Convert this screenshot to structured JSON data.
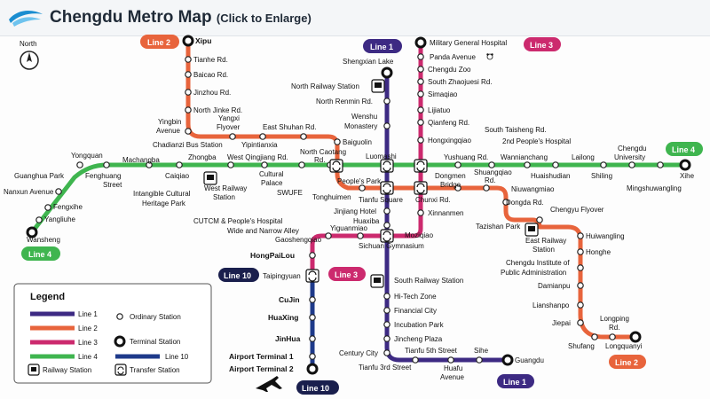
{
  "header": {
    "title": "Chengdu Metro Map",
    "subtitle": "(Click to Enlarge)"
  },
  "compass": {
    "label": "North"
  },
  "colors": {
    "line1": "#3d2a83",
    "line2": "#e8643c",
    "line3": "#cc2a6e",
    "line4": "#3fb54f",
    "line10": "#1e3a8a"
  },
  "line_badges": {
    "line2_top": "Line 2",
    "line1_top": "Line 1",
    "line3_top": "Line 3",
    "line4_right": "Line 4",
    "line4_left": "Line 4",
    "line10_top": "Line 10",
    "line3_mid": "Line 3",
    "line10_bottom": "Line 10",
    "line1_bottom": "Line 1",
    "line2_bottom": "Line 2"
  },
  "stations": {
    "xipu": "Xipu",
    "tianhe": "Tianhe Rd.",
    "baicao": "Baicao Rd.",
    "jinzhou": "Jinzhou Rd.",
    "north_jinke": "North Jinke Rd.",
    "yingbin": "Yingbin",
    "avenue": "Avenue",
    "yangxi": "Yangxi",
    "flyover": "Flyover",
    "east_shuhan": "East Shuhan Rd.",
    "chadianzi": "Chadianzi Bus Station",
    "yipintianxia": "Yipintianxia",
    "baiguolin": "Baiguolin",
    "north_caotang": "North Caotang",
    "rd": "Rd.",
    "shengxian": "Shengxian Lake",
    "north_railway": "North Railway Station",
    "north_renmin": "North Renmin Rd.",
    "wenshu": "Wenshu",
    "monastery": "Monastery",
    "luomashi": "Luomashi",
    "military": "Military General Hospital",
    "panda": "Panda Avenue",
    "chengdu_zoo": "Chengdu Zoo",
    "south_zhaojuesi": "South Zhaojuesi Rd.",
    "simaqiao": "Simaqiao",
    "lijiatuo": "Lijiatuo",
    "qianfeng": "Qianfeng Rd.",
    "hongxingqiao": "Hongxingqiao",
    "south_taisheng": "South Taisheng Rd.",
    "second_peoples": "2nd People's Hospital",
    "guanghua_park": "Guanghua Park",
    "yongquan": "Yongquan",
    "machangba": "Machangba",
    "zhongba": "Zhongba",
    "west_qingjiang": "West Qingjiang Rd.",
    "fenghuang": "Fenghuang",
    "street": "Street",
    "caiqiao": "Caiqiao",
    "west_railway": "West Railway",
    "station": "Station",
    "cultural": "Cultural",
    "palace": "Palace",
    "swufe": "SWUFE",
    "intangible1": "Intangible Cultural",
    "intangible2": "Heritage Park",
    "nanxun": "Nanxun Avenue",
    "fengxihe": "Fengxihe",
    "yangliuhe": "Yangliuhe",
    "wansheng": "Wansheng",
    "peoples_park": "People's Park",
    "tonghuimen": "Tonghuimen",
    "tianfu_square": "Tianfu Square",
    "chunxi": "Chunxi Rd.",
    "yushuang": "Yushuang Rd.",
    "wannianchang": "Wannianchang",
    "lailong": "Lailong",
    "chengdu_univ1": "Chengdu",
    "chengdu_univ2": "University",
    "xihe": "Xihe",
    "dongmen1": "Dongmen",
    "dongmen2": "Bridge",
    "shuangqiao1": "Shuangqiao",
    "shuangqiao2": "Rd.",
    "huaishudian": "Huaishudian",
    "shiling": "Shiling",
    "mingshuwangling": "Mingshuwangling",
    "niuwangmiao": "Niuwangmiao",
    "dongda": "Dongda Rd.",
    "chengyu": "Chengyu Flyover",
    "tazishan": "Tazishan Park",
    "east_railway1": "East Railway",
    "east_railway2": "Station",
    "huwangling": "Huiwangling",
    "honghe": "Honghe",
    "cdipa1": "Chengdu Institute of",
    "cdipa2": "Public Administration",
    "damianpu": "Damianpu",
    "lianshanpo": "Lianshanpo",
    "jiepai": "Jiepai",
    "longping1": "Longping",
    "longping2": "Rd.",
    "shufang": "Shufang",
    "longquanyi": "Longquanyi",
    "xinnanmen": "Xinnanmen",
    "jinjiang": "Jinjiang Hotel",
    "huaxiba": "Huaxiba",
    "cutcm": "CUTCM & People's Hospital",
    "wide_narrow": "Wide and Narrow Alley",
    "yiguanmiao": "Yiguanmiao",
    "gaoshengqiao": "Gaoshengqiao",
    "moziqiao": "Moziqiao",
    "sichuan_gym": "Sichuan Gymnasium",
    "hongpailou": "HongPaiLou",
    "taipingyuan": "Taipingyuan",
    "cujin": "CuJin",
    "huaxing": "HuaXing",
    "jinhua": "JinHua",
    "airport1": "Airport Terminal 1",
    "airport2": "Airport Terminal 2",
    "south_railway": "South Railway Station",
    "hitech": "Hi-Tech Zone",
    "financial": "Financial City",
    "incubation": "Incubation Park",
    "jincheng": "Jincheng Plaza",
    "century": "Century City",
    "tianfu5": "Tianfu 5th Street",
    "sihe": "Sihe",
    "guangdu": "Guangdu",
    "tianfu3": "Tianfu 3rd Street",
    "huafu1": "Huafu",
    "huafu2": "Avenue"
  },
  "legend": {
    "title": "Legend",
    "line1": "Line 1",
    "line2": "Line 2",
    "line3": "Line 3",
    "line4": "Line 4",
    "line10": "Line 10",
    "ordinary": "Ordinary Station",
    "terminal": "Terminal Station",
    "railway": "Railway Station",
    "transfer": "Transfer Station"
  }
}
